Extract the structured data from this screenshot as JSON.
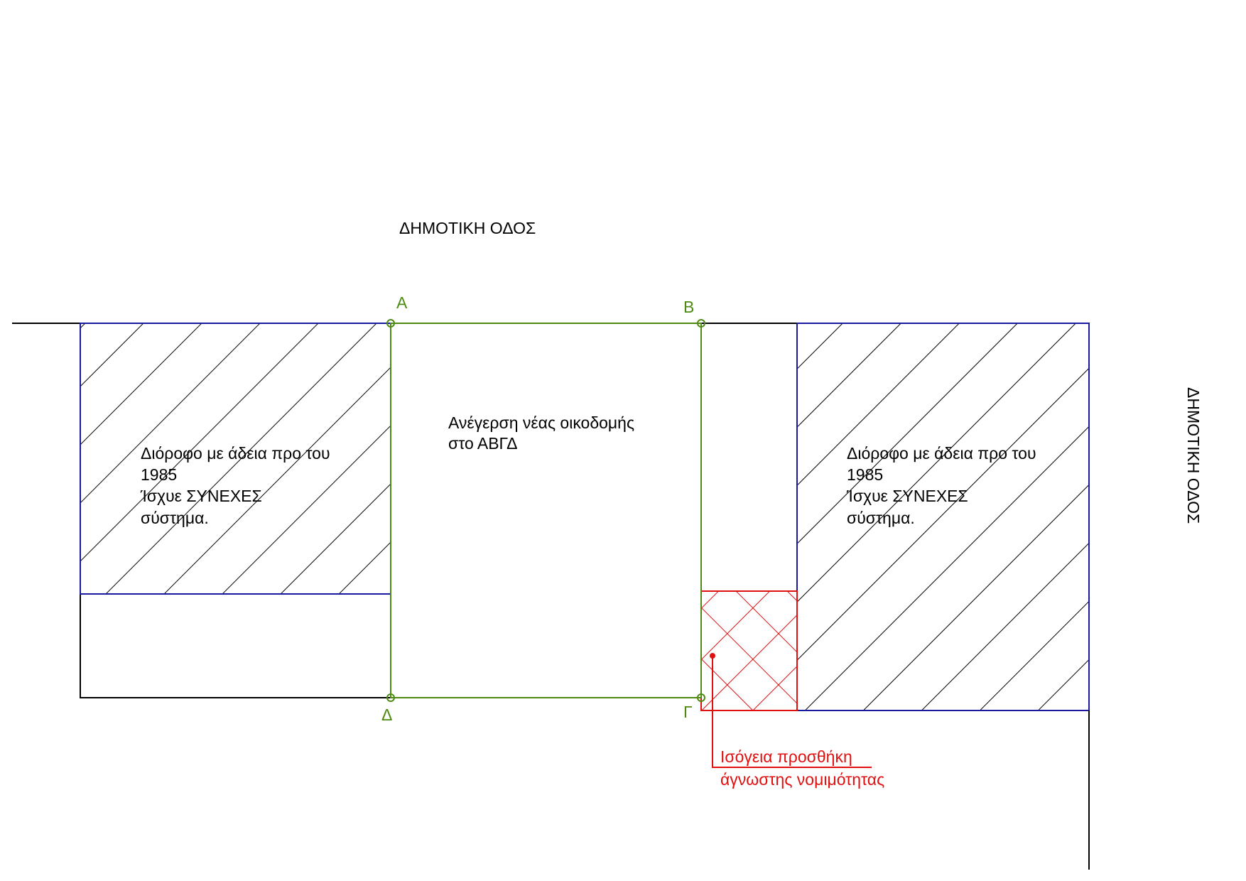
{
  "streets": {
    "top": "ΔΗΜΟΤΙΚΗ ΟΔΟΣ",
    "right": "ΔΗΜΟΤΙΚΗ ΟΔΟΣ"
  },
  "points": {
    "a": "Α",
    "b": "Β",
    "g": "Γ",
    "d": "Δ"
  },
  "new_building": {
    "line1": "Ανέγερση νέας οικοδομής",
    "line2": "στο ΑΒΓΔ"
  },
  "left_building": {
    "line1": "Διόροφο με άδεια προ του",
    "line2": "1985",
    "line3": "Ίσχυε ΣΥΝΕΧΕΣ",
    "line4": "σύστημα."
  },
  "right_building": {
    "line1": "Διόροφο με άδεια προ του",
    "line2": "1985",
    "line3": "Ίσχυε ΣΥΝΕΧΕΣ",
    "line4": "σύστημα."
  },
  "addition": {
    "line1": "Ισόγεια προσθήκη",
    "line2": "άγνωστης νομιμότητας"
  },
  "colors": {
    "plot": "#4e8a12",
    "neighbor": "#1a1aa0",
    "addition": "#e01010",
    "line": "#000000"
  }
}
